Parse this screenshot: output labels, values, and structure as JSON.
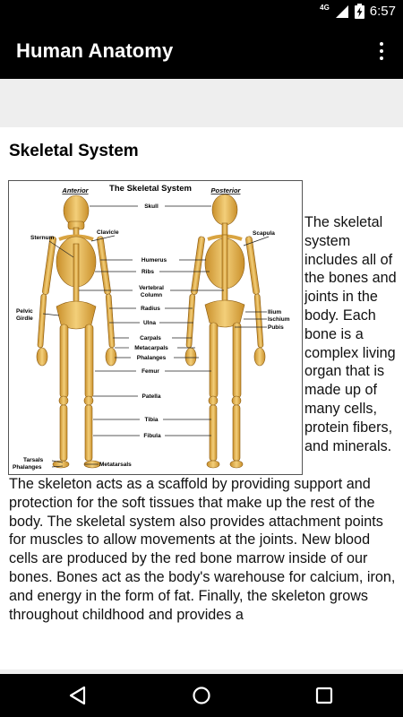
{
  "status_bar": {
    "network": "4G",
    "time": "6:57",
    "icons": [
      "signal-icon",
      "battery-charging-icon"
    ]
  },
  "app_bar": {
    "title": "Human Anatomy",
    "menu_icon": "overflow-menu-icon"
  },
  "section": {
    "title": "Skeletal System"
  },
  "figure": {
    "title": "The Skeletal System",
    "anterior": "Anterior",
    "posterior": "Posterior",
    "labels": {
      "skull": "Skull",
      "sternum": "Sternum",
      "clavicle": "Clavicle",
      "scapula": "Scapula",
      "humerus": "Humerus",
      "ribs": "Ribs",
      "vertebral": "Vertebral",
      "column": "Column",
      "pelvic": "Pelvic",
      "girdle": "Girdle",
      "radius": "Radius",
      "ilium": "Ilium",
      "ischium": "Ischium",
      "pubis": "Pubis",
      "ulna": "Ulna",
      "carpals": "Carpals",
      "metacarpals": "Metacarpals",
      "phalanges": "Phalanges",
      "femur": "Femur",
      "patella": "Patella",
      "tibia": "Tibia",
      "fibula": "Fibula",
      "tarsals": "Tarsals",
      "phalanges_foot": "Phalanges",
      "metatarsals": "Metatarsals"
    }
  },
  "side_text": "The skeletal system includes all of the bones and joints in the body. Each bone is a complex living organ that is made up of many cells, protein fibers, and minerals.",
  "body_text": "The skeleton acts as a scaffold by providing support and protection for the soft tissues that make up the rest of the body. The skeletal system also provides attachment points for muscles to allow movements at the joints. New blood cells are produced by the red bone marrow inside of our bones. Bones act as the body's warehouse for calcium, iron, and energy in the form of fat. Finally, the skeleton grows throughout childhood and provides a",
  "nav_bar": {
    "back_icon": "back-triangle-icon",
    "home_icon": "home-circle-icon",
    "recents_icon": "recents-square-icon"
  }
}
